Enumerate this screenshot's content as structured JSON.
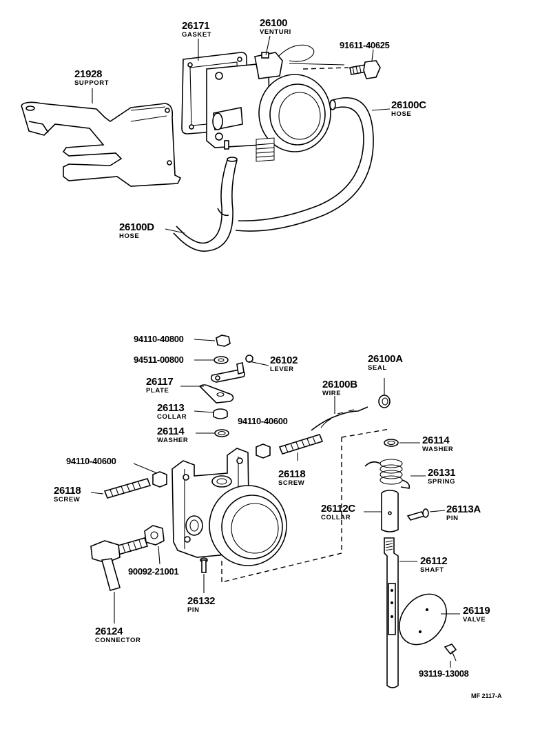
{
  "parts": [
    {
      "id": "p26171",
      "number": "26171",
      "name": "GASKET"
    },
    {
      "id": "p26100",
      "number": "26100",
      "name": "VENTURI"
    },
    {
      "id": "p91611",
      "number": "91611-40625",
      "name": ""
    },
    {
      "id": "p21928",
      "number": "21928",
      "name": "SUPPORT"
    },
    {
      "id": "p26100C",
      "number": "26100C",
      "name": "HOSE"
    },
    {
      "id": "p26100D",
      "number": "26100D",
      "name": "HOSE"
    },
    {
      "id": "p94110a",
      "number": "94110-40800",
      "name": ""
    },
    {
      "id": "p94511",
      "number": "94511-00800",
      "name": ""
    },
    {
      "id": "p26102",
      "number": "26102",
      "name": "LEVER"
    },
    {
      "id": "p26117",
      "number": "26117",
      "name": "PLATE"
    },
    {
      "id": "p26100A",
      "number": "26100A",
      "name": "SEAL"
    },
    {
      "id": "p26100B",
      "number": "26100B",
      "name": "WIRE"
    },
    {
      "id": "p26113",
      "number": "26113",
      "name": "COLLAR"
    },
    {
      "id": "p94110b",
      "number": "94110-40600",
      "name": ""
    },
    {
      "id": "p26114a",
      "number": "26114",
      "name": "WASHER"
    },
    {
      "id": "p26114b",
      "number": "26114",
      "name": "WASHER"
    },
    {
      "id": "p94110c",
      "number": "94110-40600",
      "name": ""
    },
    {
      "id": "p26118a",
      "number": "26118",
      "name": "SCREW"
    },
    {
      "id": "p26131",
      "number": "26131",
      "name": "SPRING"
    },
    {
      "id": "p26118b",
      "number": "26118",
      "name": "SCREW"
    },
    {
      "id": "p26112C",
      "number": "26112C",
      "name": "COLLAR"
    },
    {
      "id": "p26113A",
      "number": "26113A",
      "name": "PIN"
    },
    {
      "id": "p90092",
      "number": "90092-21001",
      "name": ""
    },
    {
      "id": "p26112",
      "number": "26112",
      "name": "SHAFT"
    },
    {
      "id": "p26132",
      "number": "26132",
      "name": "PIN"
    },
    {
      "id": "p26119",
      "number": "26119",
      "name": "VALVE"
    },
    {
      "id": "p26124",
      "number": "26124",
      "name": "CONNECTOR"
    },
    {
      "id": "p93119",
      "number": "93119-13008",
      "name": ""
    }
  ],
  "figure_ref": "MF 2117-A"
}
